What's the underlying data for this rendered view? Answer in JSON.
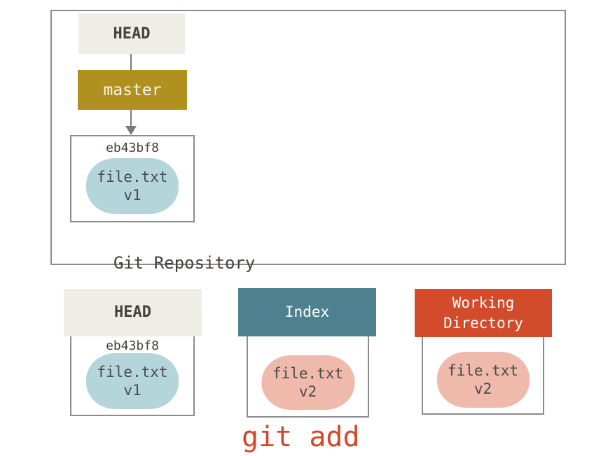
{
  "diagram": {
    "repository": {
      "label": "Git Repository",
      "head": "HEAD",
      "branch": "master",
      "commit_sha": "eb43bf8",
      "commit_file": "file.txt",
      "commit_version": "v1"
    },
    "columns": [
      {
        "title": "HEAD",
        "sha": "eb43bf8",
        "file": "file.txt",
        "version": "v1"
      },
      {
        "title": "Index",
        "file": "file.txt",
        "version": "v2"
      },
      {
        "title": "Working Directory",
        "file": "file.txt",
        "version": "v2"
      }
    ],
    "command": "git add"
  },
  "colors": {
    "header_beige": "#efeee6",
    "branch_gold": "#b09120",
    "index_teal": "#4e818f",
    "workdir_red": "#d24b2b",
    "blob_blue": "#b4d5da",
    "blob_pink": "#efb9ac",
    "command_red": "#d1492b",
    "border_gray": "#8c8c8c",
    "line_gray": "#7a7a7a",
    "text_dark": "#46413a",
    "blob_text": "#4b4b4b"
  }
}
